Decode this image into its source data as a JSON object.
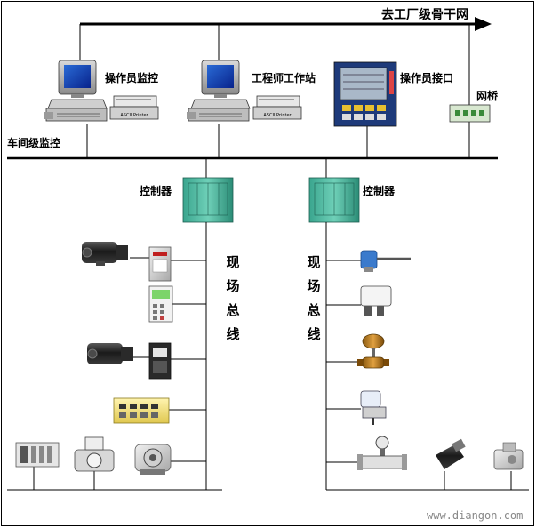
{
  "backbone": {
    "label": "去工厂级骨干网"
  },
  "supervisory": {
    "operator_monitor": "操作员监控",
    "engineer_station": "工程师工作站",
    "operator_interface": "操作员接口",
    "bridge": "网桥",
    "workshop_label": "车间级监控",
    "printer_text": "ASCII Printer"
  },
  "controllers": {
    "left": "控制器",
    "right": "控制器"
  },
  "fieldbus": {
    "left": [
      "现",
      "场",
      "总",
      "线"
    ],
    "right": [
      "现",
      "场",
      "总",
      "线"
    ]
  },
  "watermark": "www.diangon.com"
}
